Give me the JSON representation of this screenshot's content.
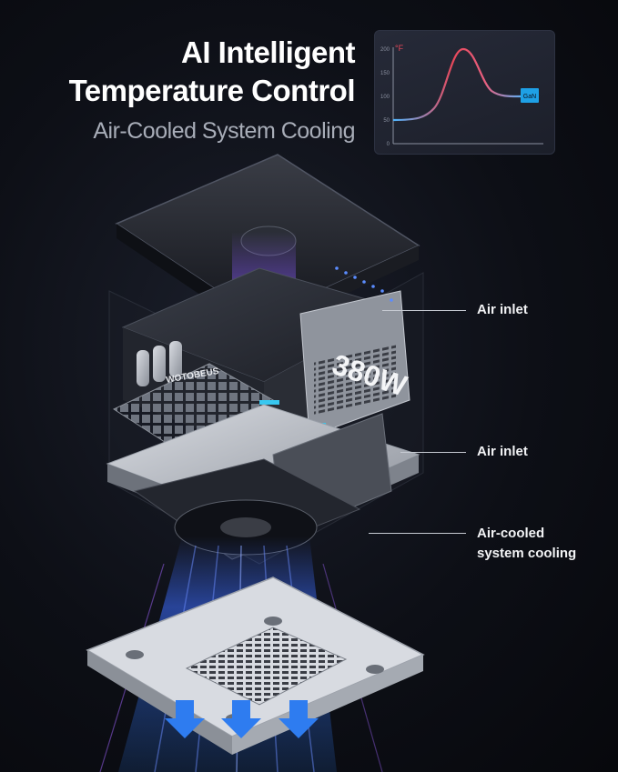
{
  "headline": {
    "line1": "AI Intelligent",
    "line2": "Temperature Control",
    "line3": "Air-Cooled System Cooling"
  },
  "graph": {
    "unit": "°F",
    "y_ticks": [
      "200",
      "150",
      "100",
      "50",
      "0"
    ],
    "badge": "GaN"
  },
  "product": {
    "brand": "WOTOBEUS",
    "wattage": "380W"
  },
  "callouts": [
    {
      "text": "Air inlet"
    },
    {
      "text": "Air inlet"
    },
    {
      "text": "Air-cooled system cooling"
    }
  ],
  "colors": {
    "accent_blue": "#2e7cf0",
    "curve_red": "#e8485a",
    "badge_blue": "#1ea0e6"
  }
}
